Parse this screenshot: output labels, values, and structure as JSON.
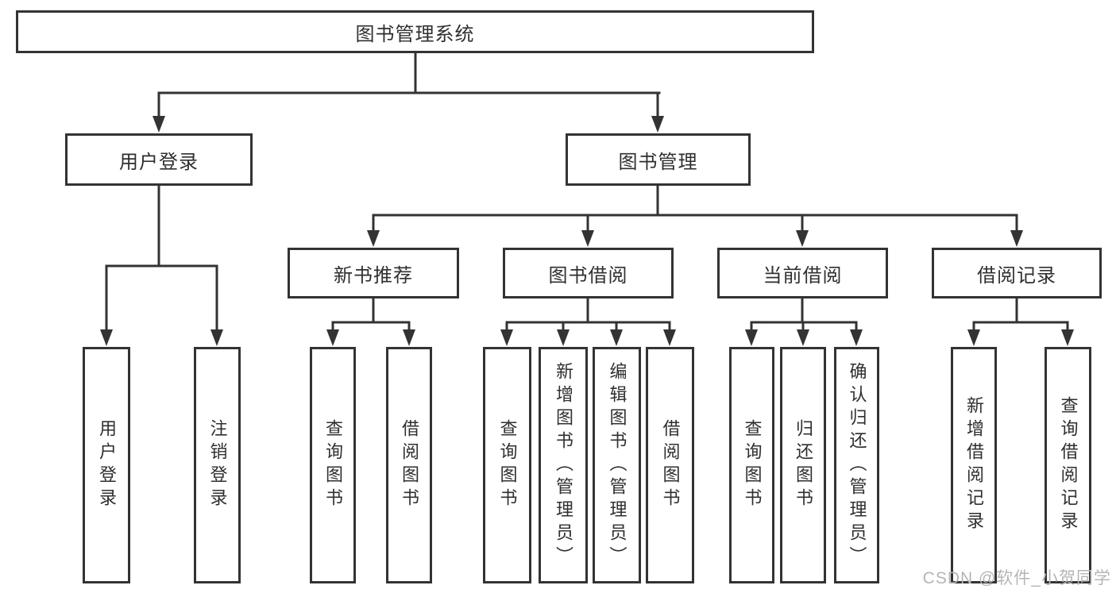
{
  "diagram": {
    "type": "hierarchy",
    "tree": {
      "label": "图书管理系统",
      "children": [
        {
          "label": "用户登录",
          "children": [
            {
              "label": "用户登录"
            },
            {
              "label": "注销登录"
            }
          ]
        },
        {
          "label": "图书管理",
          "children": [
            {
              "label": "新书推荐",
              "children": [
                {
                  "label": "查询图书"
                },
                {
                  "label": "借阅图书"
                }
              ]
            },
            {
              "label": "图书借阅",
              "children": [
                {
                  "label": "查询图书"
                },
                {
                  "label": "新增图书（管理员）"
                },
                {
                  "label": "编辑图书（管理员）"
                },
                {
                  "label": "借阅图书"
                }
              ]
            },
            {
              "label": "当前借阅",
              "children": [
                {
                  "label": "查询图书"
                },
                {
                  "label": "归还图书"
                },
                {
                  "label": "确认归还（管理员）"
                }
              ]
            },
            {
              "label": "借阅记录",
              "children": [
                {
                  "label": "新增借阅记录"
                },
                {
                  "label": "查询借阅记录"
                }
              ]
            }
          ]
        }
      ]
    },
    "colors": {
      "line": "#333333",
      "box_border": "#333333",
      "text": "#2f2f2f",
      "background": "#ffffff"
    }
  },
  "watermark": {
    "text": "CSDN @软件_小贺同学",
    "color": "#b5b5b5"
  }
}
